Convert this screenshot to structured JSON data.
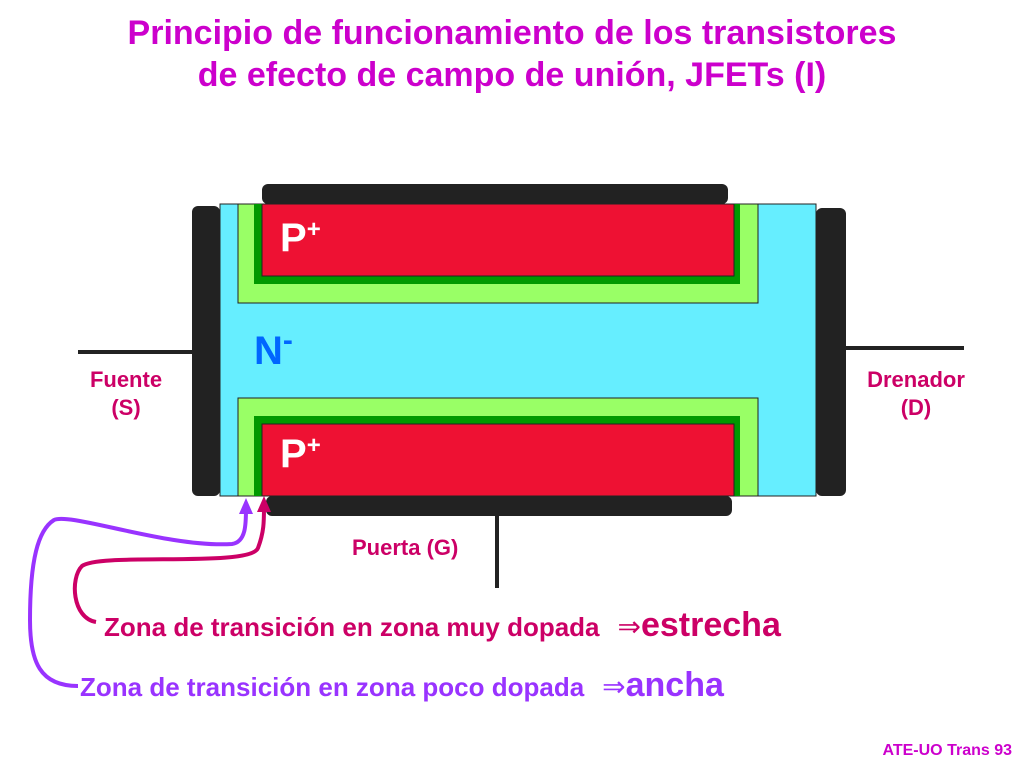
{
  "title": {
    "line1": "Principio de funcionamiento de los transistores",
    "line2": "de efecto de campo de unión, JFETs (I)"
  },
  "terminals": {
    "source_name": "Fuente",
    "source_symbol": "(S)",
    "drain_name": "Drenador",
    "drain_symbol": "(D)",
    "gate": "Puerta (G)"
  },
  "regions": {
    "p_top_base": "P",
    "p_top_sup": "+",
    "n_base": "N",
    "n_sup": "-",
    "p_bottom_base": "P",
    "p_bottom_sup": "+"
  },
  "notes": {
    "narrow_text": "Zona de transición en zona muy dopada",
    "narrow_arrow": "⇒",
    "narrow_result": "estrecha",
    "wide_text": "Zona de transición en zona poco dopada",
    "wide_arrow": "⇒",
    "wide_result": "ancha"
  },
  "footer": "ATE-UO Trans 93",
  "colors": {
    "title": "#cc00cc",
    "n_region": "#66eeff",
    "p_region": "#ee1133",
    "depletion_wide": "#99ff66",
    "depletion_narrow": "#009900",
    "contacts": "#222222",
    "narrow_note": "#cc0066",
    "wide_note": "#9933ff"
  }
}
